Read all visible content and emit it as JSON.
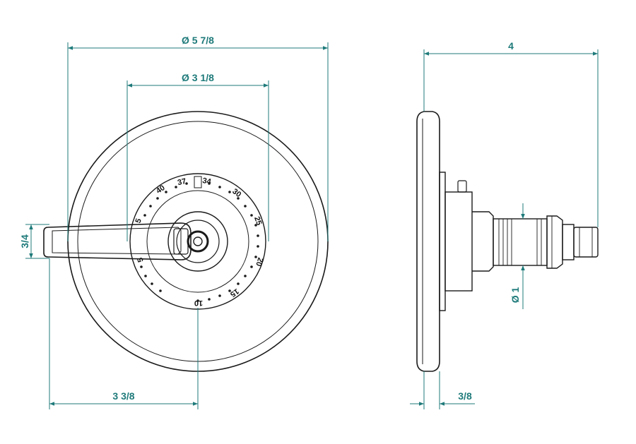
{
  "colors": {
    "dimension": "#1f7a7a",
    "outline": "#1a1a1a",
    "background": "#ffffff"
  },
  "front_view": {
    "overall_diameter": "Ø 5 7/8",
    "inner_diameter": "Ø 3 1/8",
    "handle_height": "3/4",
    "handle_offset": "3 3/8",
    "dial_scale": [
      "40",
      "37",
      "34",
      "30",
      "25",
      "20",
      "15",
      "10",
      "5",
      "5"
    ]
  },
  "side_view": {
    "overall_depth": "4",
    "plate_depth": "3/8",
    "stem_diameter": "Ø 1"
  }
}
